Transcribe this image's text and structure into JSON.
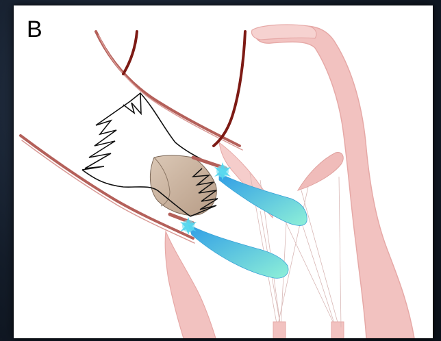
{
  "figure": {
    "panel_label": "B"
  },
  "colors": {
    "background": "#1a2433",
    "canvas": "#ffffff",
    "tissue_fill": "#f2c2c0",
    "tissue_stroke": "#e2a3a1",
    "vessel_wall": "#b4605a",
    "artery_dark": "#7d1a14",
    "stent_frame": "#111111",
    "valve_leaflet": "#c9b29f",
    "leaflet_gradient_start": "#2f9de6",
    "leaflet_gradient_end": "#8ef0d8",
    "anchor_marker": "#52d6ee",
    "chordae": "#d8b7b5"
  },
  "icons": {
    "stent": "zigzag-stent-frame",
    "anchor": "starburst-anchor-marker"
  }
}
